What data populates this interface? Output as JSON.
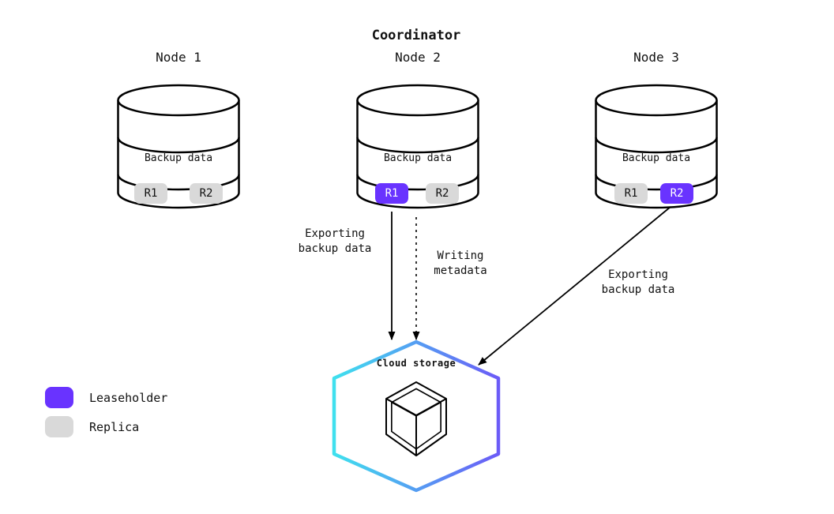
{
  "title": "Coordinator",
  "colors": {
    "leaseholder": "#6933ff",
    "replica": "#d9d9d9",
    "outline": "#000000",
    "hex_gradient_start": "#3fe0ee",
    "hex_gradient_end": "#6b5bf7"
  },
  "nodes": [
    {
      "name": "Node 1",
      "storage_label": "Backup data",
      "replicas": [
        {
          "label": "R1",
          "type": "replica"
        },
        {
          "label": "R2",
          "type": "replica"
        }
      ]
    },
    {
      "name": "Node 2",
      "storage_label": "Backup data",
      "replicas": [
        {
          "label": "R1",
          "type": "leaseholder"
        },
        {
          "label": "R2",
          "type": "replica"
        }
      ]
    },
    {
      "name": "Node 3",
      "storage_label": "Backup data",
      "replicas": [
        {
          "label": "R1",
          "type": "replica"
        },
        {
          "label": "R2",
          "type": "leaseholder"
        }
      ]
    }
  ],
  "arrows": [
    {
      "label": "Exporting\nbackup data",
      "style": "solid",
      "from": "Node 2 R1",
      "to": "Cloud storage"
    },
    {
      "label": "Writing\nmetadata",
      "style": "dashed",
      "from": "Node 2",
      "to": "Cloud storage"
    },
    {
      "label": "Exporting\nbackup data",
      "style": "solid",
      "from": "Node 3 R2",
      "to": "Cloud storage"
    }
  ],
  "cloud": {
    "label": "Cloud storage"
  },
  "legend": [
    {
      "label": "Leaseholder",
      "type": "leaseholder"
    },
    {
      "label": "Replica",
      "type": "replica"
    }
  ]
}
